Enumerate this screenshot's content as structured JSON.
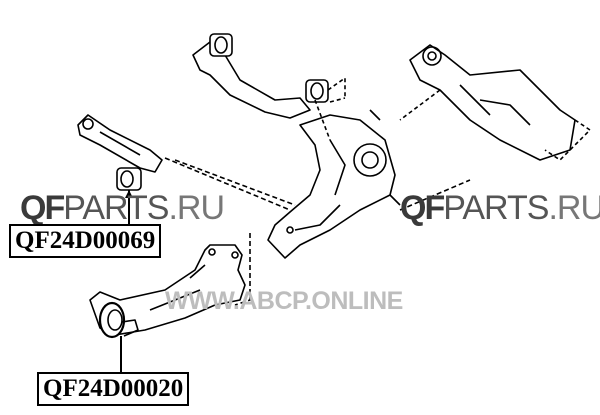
{
  "parts": [
    {
      "part_number": "QF24D00069"
    },
    {
      "part_number": "QF24D00020"
    }
  ],
  "watermarks": {
    "qfparts_bold": "QF",
    "qfparts_light": "PARTS",
    "qfparts_suffix": ".RU",
    "abcp": "WWW.ABCP.ONLINE"
  },
  "colors": {
    "line": "#000000",
    "watermark": "#3a3a3a",
    "abcp": "#bdbdbd"
  }
}
